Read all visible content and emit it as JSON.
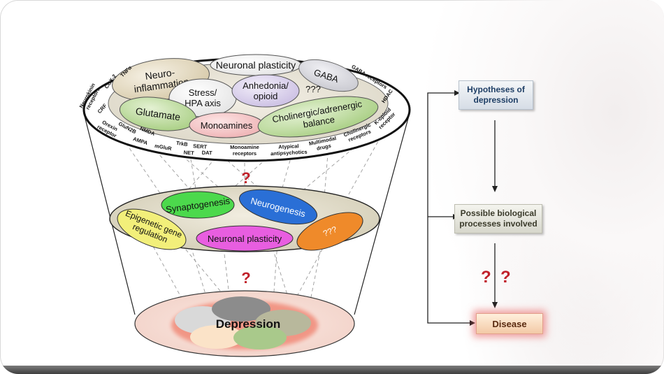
{
  "diagram": {
    "top_ellipses": {
      "neuroinflammation": "Neuro- inflammation",
      "neuronal_plasticity": "Neuronal plasticity",
      "gaba": "GABA",
      "stress_hpa": "Stress/ HPA axis",
      "anhedonia": "Anhedonia/ opioid",
      "qqq": "???",
      "glutamate": "Glutamate",
      "monoamines": "Monoamines",
      "cholinergic": "Cholinergic/adrenergic balance"
    },
    "rim_labels": {
      "neurokinin": "Neurokinin receptors",
      "cox2": "COX-2",
      "tnf": "TNFα",
      "crf": "CRF",
      "orexin": "Orexin receptor",
      "glun2b": "GluN2B",
      "nmda": "NMDA",
      "ampa": "AMPA",
      "mglur": "mGluR",
      "trkb": "TrkB",
      "net": "NET",
      "sert": "SERT",
      "dat": "DAT",
      "monoamine_receptors": "Monoamine receptors",
      "atypical": "Atypical antipsychotics",
      "multimodal": "Multimodal drugs",
      "cholinergic_receptors": "Cholinergic receptors",
      "k_opioid": "K-opioid receptor",
      "hdac": "HDAC",
      "gaba_receptors": "GABA receptors"
    },
    "middle_ellipses": {
      "synaptogenesis": "Synaptogenesis",
      "neurogenesis": "Neurogenesis",
      "epigenetic": "Epigenetic gene regulation",
      "neuronal_plasticity": "Neuronal plasticity",
      "qqq": "???"
    },
    "question_marks": [
      "?",
      "?"
    ],
    "bottom_label": "Depression"
  },
  "flow": {
    "box1": "Hypotheses of depression",
    "box2": "Possible biological processes involved",
    "box3": "Disease",
    "question_marks": [
      "?",
      "?"
    ]
  },
  "colors": {
    "synaptogenesis": "#4cd94c",
    "neurogenesis": "#2a6fd6",
    "epigenetic": "#f2ef7a",
    "neuronal_plasticity_mid": "#e85ee0",
    "qqq_mid": "#ef8a2a",
    "question_red": "#c0202a"
  }
}
